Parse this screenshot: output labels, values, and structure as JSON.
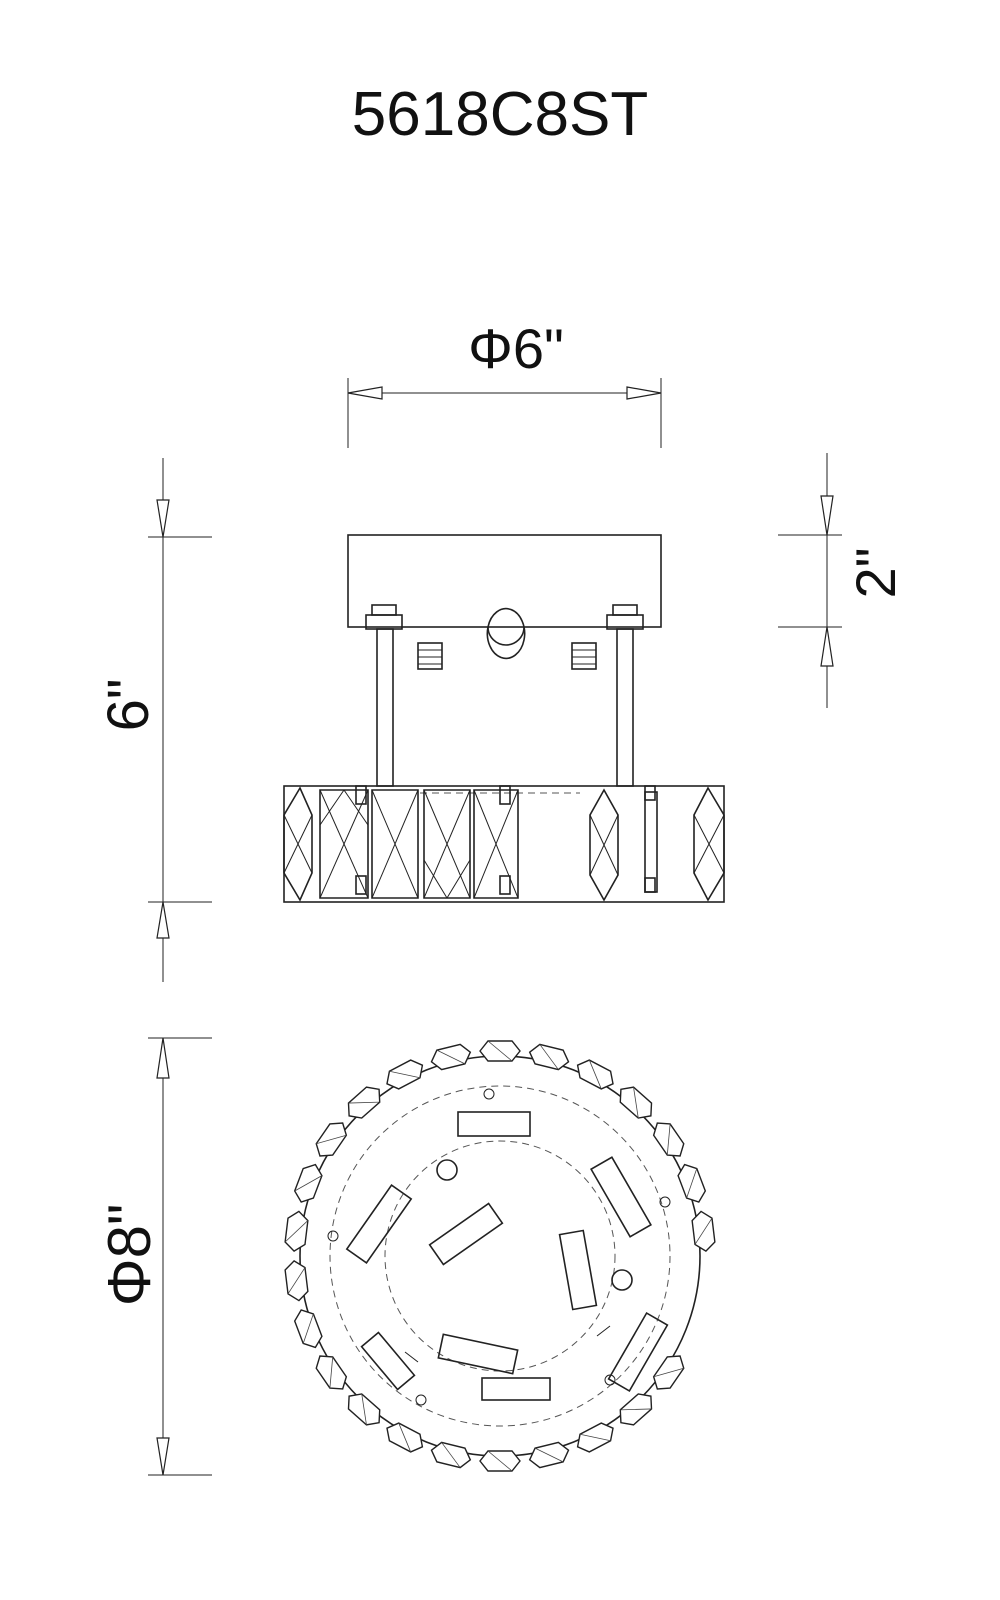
{
  "title": "5618C8ST",
  "dimensions": {
    "width_label": "Φ6\"",
    "height_label": "6\"",
    "canopy_height_label": "2\"",
    "diameter_label": "Φ8\""
  }
}
